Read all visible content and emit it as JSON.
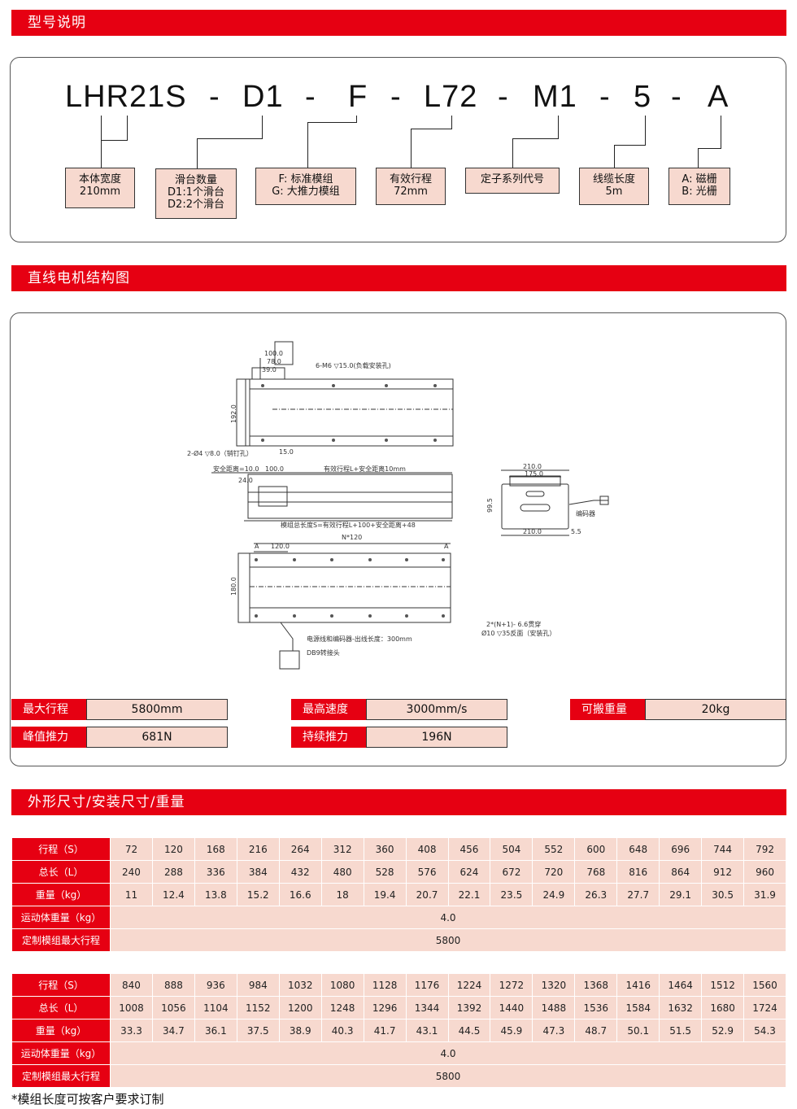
{
  "sections": {
    "model": "型号说明",
    "structure": "直线电机结构图",
    "dims": "外形尺寸/安装尺寸/重量"
  },
  "model_code": {
    "parts": [
      "LHR21S",
      "-",
      "D1",
      "-",
      "F",
      "-",
      "L72",
      "-",
      "M1",
      "-",
      "5",
      "-",
      "A"
    ],
    "descriptions": [
      {
        "line1": "本体宽度",
        "line2": "210mm",
        "line3": ""
      },
      {
        "line1": "滑台数量",
        "line2": "D1:1个滑台",
        "line3": "D2:2个滑台"
      },
      {
        "line1": "F: 标准模组",
        "line2": "G: 大推力模组",
        "line3": ""
      },
      {
        "line1": "有效行程",
        "line2": "72mm",
        "line3": ""
      },
      {
        "line1": "定子系列代号",
        "line2": "",
        "line3": ""
      },
      {
        "line1": "线缆长度",
        "line2": "5m",
        "line3": ""
      },
      {
        "line1": "A: 磁栅",
        "line2": "B: 光栅",
        "line3": ""
      }
    ]
  },
  "drawing": {
    "dims": {
      "d100": "100.0",
      "d78": "78.0",
      "d39": "39.0",
      "holes": "6-M6 ▽15.0(负载安装孔)",
      "d192": "192.0",
      "pin": "2-Ø4 ▽8.0（销钉孔）",
      "d15": "15.0",
      "safe": "安全距离=10.0",
      "d100b": "100.0",
      "eff": "有效行程L+安全距离10mm",
      "d24": "24.0",
      "total": "模组总长度S=有效行程L+100+安全距离+48",
      "n120": "N*120",
      "d120": "120.0",
      "d180": "180.0",
      "a": "A",
      "mount": "2*(N+1)- 6.6贯穿",
      "cbore": "Ø10 ▽35反面（安装孔）",
      "cable": "电源线和编码器-出线长度：300mm",
      "db9": "DB9转接头",
      "w210": "210.0",
      "w175": "175.0",
      "h99": "99.5",
      "w210b": "210.0",
      "d55": "5.5",
      "encoder": "编码器"
    }
  },
  "specs": [
    {
      "label": "最大行程",
      "value": "5800mm"
    },
    {
      "label": "峰值推力",
      "value": "681N"
    },
    {
      "label": "最高速度",
      "value": "3000mm/s"
    },
    {
      "label": "持续推力",
      "value": "196N"
    },
    {
      "label": "可搬重量",
      "value": "20kg"
    }
  ],
  "table1": {
    "stroke_label": "行程（S）",
    "stroke": [
      "72",
      "120",
      "168",
      "216",
      "264",
      "312",
      "360",
      "408",
      "456",
      "504",
      "552",
      "600",
      "648",
      "696",
      "744",
      "792"
    ],
    "length_label": "总长（L）",
    "length": [
      "240",
      "288",
      "336",
      "384",
      "432",
      "480",
      "528",
      "576",
      "624",
      "672",
      "720",
      "768",
      "816",
      "864",
      "912",
      "960"
    ],
    "weight_label": "重量（kg）",
    "weight": [
      "11",
      "12.4",
      "13.8",
      "15.2",
      "16.6",
      "18",
      "19.4",
      "20.7",
      "22.1",
      "23.5",
      "24.9",
      "26.3",
      "27.7",
      "29.1",
      "30.5",
      "31.9"
    ],
    "moving_label": "运动体重量（kg）",
    "moving": "4.0",
    "custom_label": "定制模组最大行程",
    "custom": "5800"
  },
  "table2": {
    "stroke_label": "行程（S）",
    "stroke": [
      "840",
      "888",
      "936",
      "984",
      "1032",
      "1080",
      "1128",
      "1176",
      "1224",
      "1272",
      "1320",
      "1368",
      "1416",
      "1464",
      "1512",
      "1560"
    ],
    "length_label": "总长（L）",
    "length": [
      "1008",
      "1056",
      "1104",
      "1152",
      "1200",
      "1248",
      "1296",
      "1344",
      "1392",
      "1440",
      "1488",
      "1536",
      "1584",
      "1632",
      "1680",
      "1724"
    ],
    "weight_label": "重量（kg）",
    "weight": [
      "33.3",
      "34.7",
      "36.1",
      "37.5",
      "38.9",
      "40.3",
      "41.7",
      "43.1",
      "44.5",
      "45.9",
      "47.3",
      "48.7",
      "50.1",
      "51.5",
      "52.9",
      "54.3"
    ],
    "moving_label": "运动体重量（kg）",
    "moving": "4.0",
    "custom_label": "定制模组最大行程",
    "custom": "5800"
  },
  "note": "*模组长度可按客户要求订制"
}
